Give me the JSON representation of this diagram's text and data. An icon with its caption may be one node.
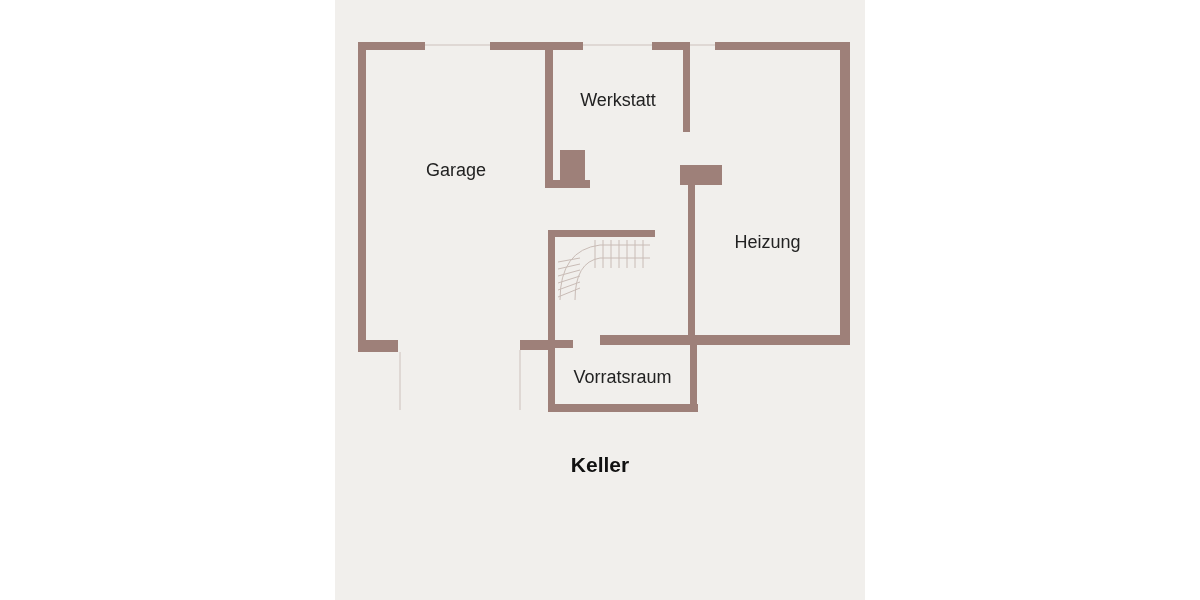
{
  "diagram": {
    "title": "Keller",
    "nodes": [
      {
        "text": [
          "Werkstatt"
        ]
      },
      {
        "text": [
          "Garage"
        ]
      },
      {
        "text": [
          "Heizung"
        ]
      },
      {
        "text": [
          "Vorratsraum"
        ]
      }
    ]
  }
}
